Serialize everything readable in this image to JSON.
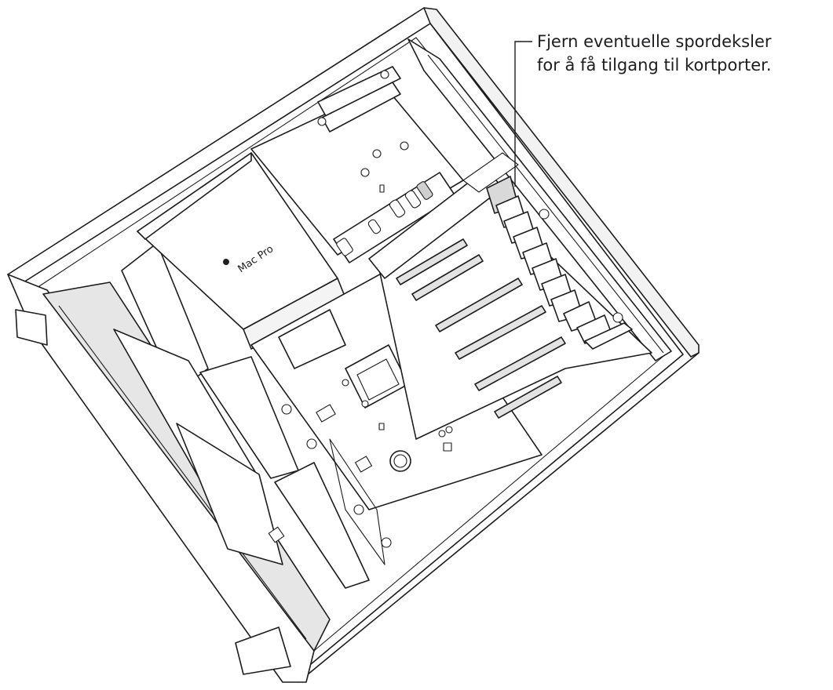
{
  "callout": {
    "line1": "Fjern eventuelle spordeksler",
    "line2": "for å få tilgang til kortporter."
  },
  "device": {
    "logo_text": "Mac Pro",
    "logo_icon": "apple-logo-icon"
  },
  "colors": {
    "stroke": "#1d1d1f",
    "fill": "#ffffff",
    "shade": "#d9d9d9",
    "dark_shade": "#8a8a8a"
  }
}
